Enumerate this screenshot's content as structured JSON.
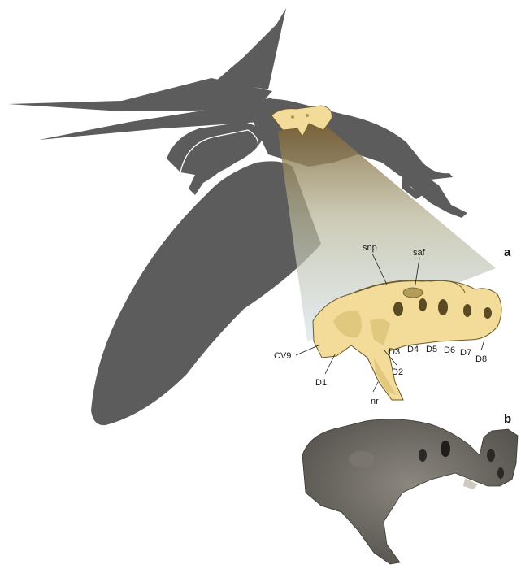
{
  "panels": {
    "a": "a",
    "b": "b"
  },
  "labels": {
    "snp": "snp",
    "saf": "saf",
    "cv9": "CV9",
    "d1": "D1",
    "d2": "D2",
    "d3": "D3",
    "d4": "D4",
    "d5": "D5",
    "d6": "D6",
    "d7": "D7",
    "d8": "D8",
    "nr": "nr"
  },
  "colors": {
    "silhouette": "#5c5c5c",
    "bone": "#f3dc9a",
    "bone_outline": "#6b5a2a",
    "fossil": "#6e6a62",
    "zoom_top": "#8a6a2f",
    "zoom_bottom": "#d7e5ee"
  }
}
